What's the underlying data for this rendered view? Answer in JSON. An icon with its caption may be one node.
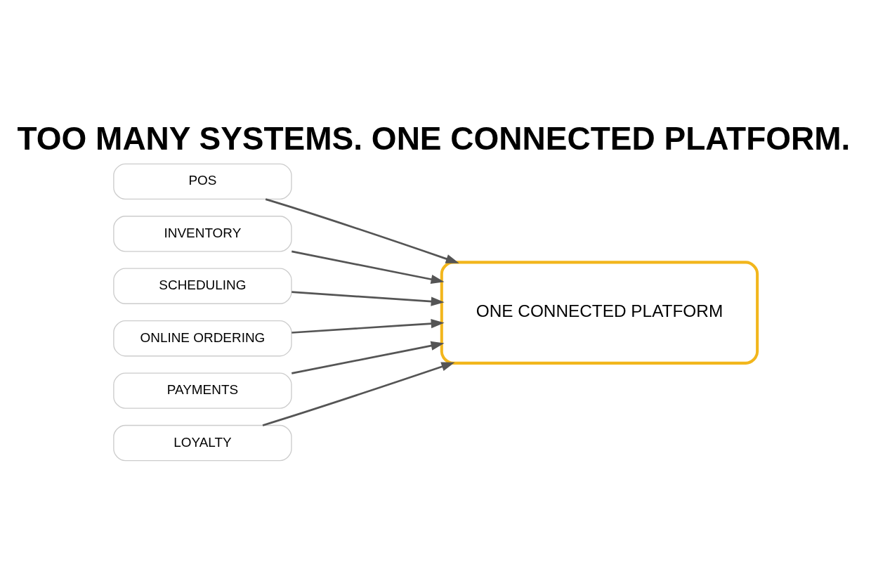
{
  "diagram": {
    "title": "TOO MANY SYSTEMS. ONE CONNECTED PLATFORM.",
    "nodes": [
      {
        "text": [
          "POS"
        ]
      },
      {
        "text": [
          "INVENTORY"
        ]
      },
      {
        "text": [
          "SCHEDULING"
        ]
      },
      {
        "text": [
          "ONLINE ORDERING"
        ]
      },
      {
        "text": [
          "PAYMENTS"
        ]
      },
      {
        "text": [
          "LOYALTY"
        ]
      },
      {
        "text": [
          "ONE CONNECTED PLATFORM"
        ]
      }
    ],
    "edges": [
      {
        "from": 0,
        "to": 6,
        "arrow": "to"
      },
      {
        "from": 1,
        "to": 6,
        "arrow": "to"
      },
      {
        "from": 2,
        "to": 6,
        "arrow": "to"
      },
      {
        "from": 3,
        "to": 6,
        "arrow": "to"
      },
      {
        "from": 4,
        "to": 6,
        "arrow": "to"
      },
      {
        "from": 5,
        "to": 6,
        "arrow": "to"
      }
    ]
  }
}
